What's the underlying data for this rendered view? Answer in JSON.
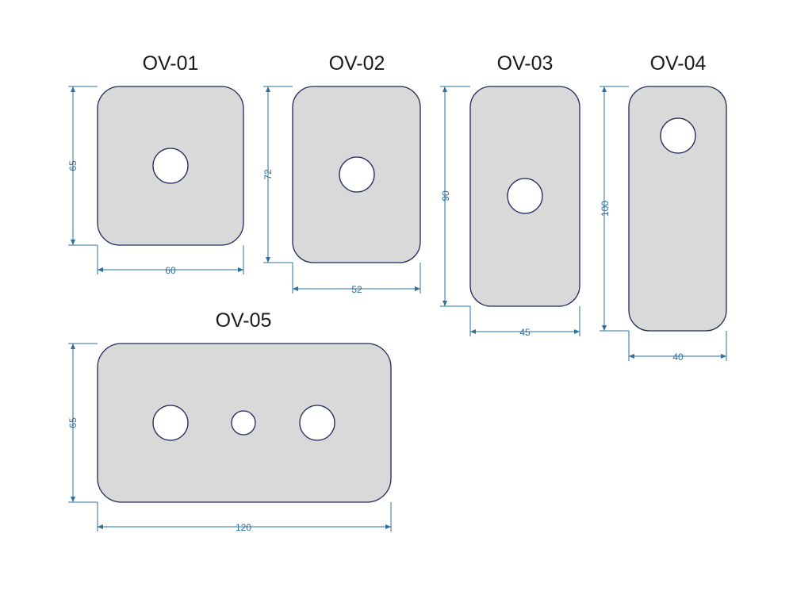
{
  "parts": [
    {
      "id": "ov01",
      "title": "OV-01",
      "width_label": "60",
      "height_label": "65"
    },
    {
      "id": "ov02",
      "title": "OV-02",
      "width_label": "52",
      "height_label": "72"
    },
    {
      "id": "ov03",
      "title": "OV-03",
      "width_label": "45",
      "height_label": "90"
    },
    {
      "id": "ov04",
      "title": "OV-04",
      "width_label": "40",
      "height_label": "100"
    },
    {
      "id": "ov05",
      "title": "OV-05",
      "width_label": "120",
      "height_label": "65"
    }
  ],
  "colors": {
    "plate_fill": "#d9d9d9",
    "plate_stroke": "#1f2a57",
    "dimension": "#2e6f9e"
  }
}
